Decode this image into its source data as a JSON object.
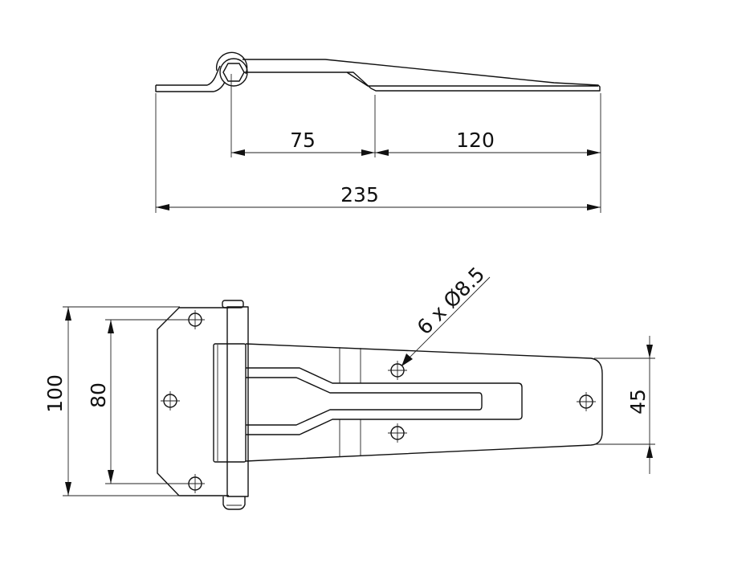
{
  "drawing": {
    "title": "Hinge technical drawing",
    "units": "mm",
    "line_color": "#111111",
    "background": "#ffffff"
  },
  "side_view": {
    "dimensions": {
      "pivot_to_bend": "75",
      "bend_to_end": "120",
      "overall_length": "235"
    }
  },
  "top_view": {
    "dimensions": {
      "leaf_height": "100",
      "hole_spacing": "80",
      "strap_end_width": "45",
      "hole_callout": "6 x Ø8.5"
    },
    "hole_count": 6
  }
}
